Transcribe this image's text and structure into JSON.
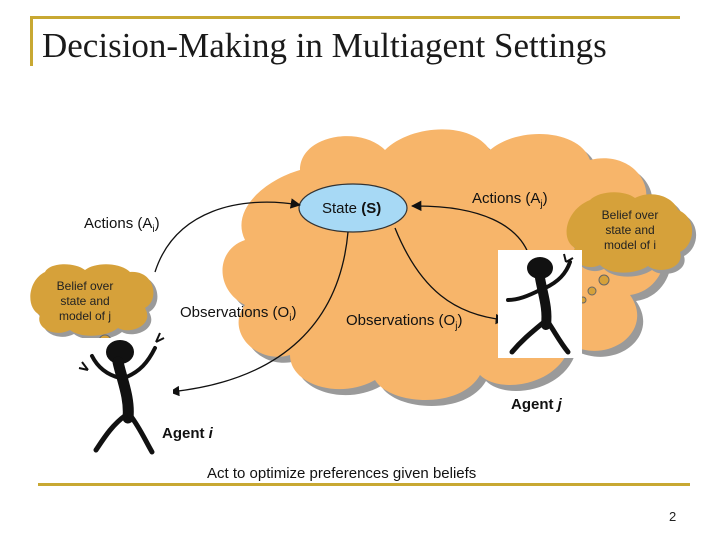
{
  "title": "Decision-Making in Multiagent Settings",
  "state": {
    "label": "State",
    "symbol": "(S)"
  },
  "actions_i": {
    "label": "Actions (A",
    "sub": "i",
    "close": ")"
  },
  "actions_j": {
    "label": "Actions (A",
    "sub": "j",
    "close": ")"
  },
  "observations_i": {
    "label": "Observations (O",
    "sub": "i",
    "close": ")"
  },
  "observations_j": {
    "label": "Observations (O",
    "sub": "j",
    "close": ")"
  },
  "belief_i": {
    "line1": "Belief over",
    "line2": "state and",
    "line3": "model of j"
  },
  "belief_j": {
    "line1": "Belief over",
    "line2": "state and",
    "line3": "model of i"
  },
  "agent_i": {
    "label": "Agent",
    "letter": "i"
  },
  "agent_j": {
    "label": "Agent",
    "letter": "j"
  },
  "caption": "Act to optimize preferences given beliefs",
  "page_number": "2",
  "colors": {
    "frame": "#c8a832",
    "cloud": "#f7b56a",
    "thought": "#d6a13a",
    "state": "#a7d9f5"
  }
}
